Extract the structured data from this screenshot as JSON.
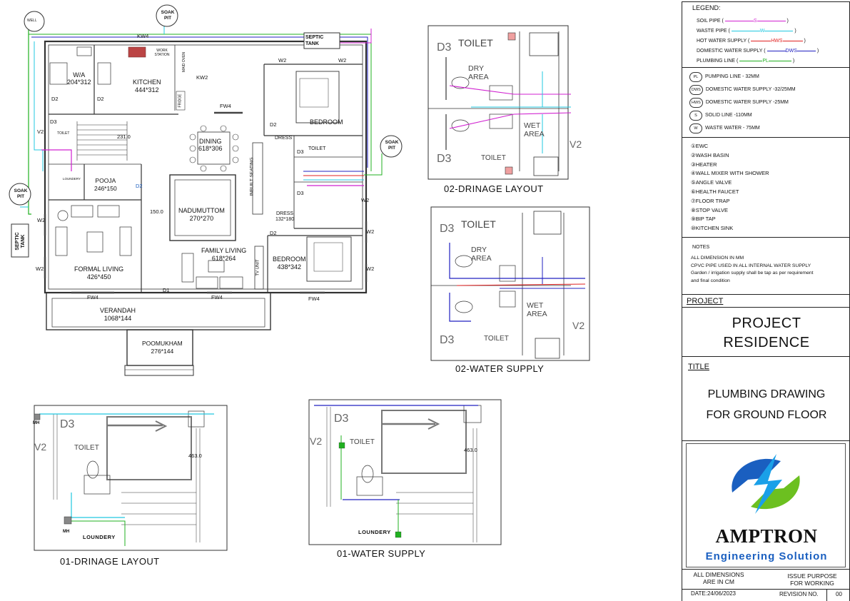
{
  "captions": {
    "drainage_ground": "02-DRINAGE LAYOUT",
    "water_ground": "02-WATER SUPPLY",
    "drainage_upper": "01-DRINAGE LAYOUT",
    "water_upper": "01-WATER SUPPLY"
  },
  "plan": {
    "rooms": {
      "wa": "W/A",
      "wa_size": "204*312",
      "kitchen": "KITCHEN",
      "kitchen_size": "444*312",
      "work_station": "WORK STATION",
      "maid_oven": "MAID OVEN",
      "fridge": "FRIDGE",
      "dining": "DINING",
      "dining_size": "618*306",
      "bedroom1": "BEDROOM",
      "bedroom2": "BEDROOM",
      "bedroom2_size": "438*342",
      "dress1": "DRESS",
      "dress2": "DRESS",
      "dress2_size": "132*180",
      "toilet_small": "TOILET",
      "toilet_center": "TOILET",
      "pooja": "POOJA",
      "pooja_size": "246*150",
      "nadumuttom": "NADUMUTTOM",
      "nadumuttom_size": "270*270",
      "family_living": "FAMILY LIVING",
      "family_size": "618*264",
      "formal_living": "FORMAL LIVING",
      "formal_size": "426*450",
      "verandah": "VERANDAH",
      "verandah_size": "1068*144",
      "poomukham": "POOMUKHAM",
      "poomukham_size": "276*144",
      "inbuilt_seating": "INBUILT SEATING",
      "tv_unit": "TV UNIT",
      "loundery": "LOUNDERY"
    },
    "tags": {
      "d2": "D2",
      "d3": "D3",
      "d1": "D1",
      "w2": "W2",
      "fw4": "FW4",
      "kw2": "KW2",
      "kw4": "KW4",
      "v2": "V2",
      "lvl1": "231.0",
      "lvl2": "150.0"
    },
    "externals": {
      "well": "WELL",
      "soak_pit": "SOAK PIT",
      "septic_tank": "SEPTIC TANK"
    }
  },
  "details": {
    "toilet": "TOILET",
    "dry_area": "DRY AREA",
    "wet_area": "WET AREA",
    "d3": "D3",
    "v2": "V2",
    "loundery": "LOUNDERY",
    "mh": "MH",
    "level": "463.0"
  },
  "legend": {
    "title": "LEGEND:",
    "lines": [
      {
        "label": "SOIL PIPE",
        "code": "S",
        "color": "#d020d0"
      },
      {
        "label": "WASTE PIPE",
        "code": "W",
        "color": "#20c8e0"
      },
      {
        "label": "HOT WATER SUPPLY",
        "code": "HWS",
        "color": "#e02020"
      },
      {
        "label": "DOMESTIC WATER SUPPLY",
        "code": "DWS",
        "color": "#2020c0"
      },
      {
        "label": "PLUMBING LINE",
        "code": "PL",
        "color": "#20b020"
      }
    ],
    "sizes": [
      {
        "code": "PL",
        "label": "PUMPING LINE  - 32MM"
      },
      {
        "code": "DWS",
        "label": "DOMESTIC WATER SUPPLY -32/25MM"
      },
      {
        "code": "HWS",
        "label": "DOMESTIC WATER SUPPLY -25MM"
      },
      {
        "code": "S",
        "label": "SOLID LINE -110MM"
      },
      {
        "code": "W",
        "label": "WASTE WATER - 75MM"
      }
    ],
    "fixtures": [
      "①EWC",
      "②WASH BASIN",
      "③HEATER",
      "④WALL MIXER WITH SHOWER",
      "⑤ANGLE VALVE",
      "⑥HEALTH FAUCET",
      "⑦FLOOR TRAP",
      "⑧STOP VALVE",
      "⑨BIP TAP",
      "⑩KITCHEN SINK"
    ]
  },
  "notes": {
    "title": "NOTES",
    "lines": [
      "ALL DIMENSION IN MM",
      "CPVC PIPE USED IN ALL INTERNAL WATER SUPPLY",
      "Garden / irrigation supply shall be tap as per requirement",
      "and final condition"
    ]
  },
  "project": {
    "heading": "PROJECT",
    "name_line1": "PROJECT",
    "name_line2": "RESIDENCE"
  },
  "title_block": {
    "heading": "TITLE",
    "line1": "PLUMBING DRAWING",
    "line2": "FOR GROUND FLOOR"
  },
  "company": {
    "name": "AMPTRON",
    "tagline": "Engineering Solution",
    "logo_blue": "#1a5fc0",
    "logo_green": "#6cc020"
  },
  "footer": {
    "dims_line1": "ALL DIMENSIONS",
    "dims_line2": "ARE IN CM",
    "issue_line1": "ISSUE PURPOSE",
    "issue_line2": "FOR WORKING",
    "date": "DATE:24/06/2023",
    "revision_label": "REVISION NO.",
    "revision": "00"
  }
}
